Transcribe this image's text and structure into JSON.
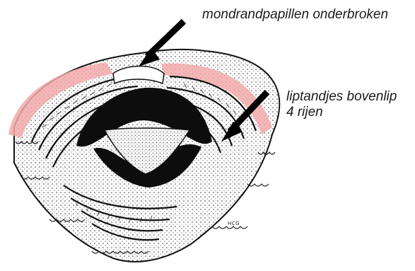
{
  "annotations": {
    "top_label": "mondrandpapillen onderbroken",
    "right_label_line1": "liptandjes bovenlip",
    "right_label_line2": "4 rijen"
  },
  "artist_initials": "HCG",
  "colors": {
    "highlight": "#f2a9a9",
    "ink": "#111111",
    "paper": "#ffffff",
    "label_text": "#1b1b1b"
  },
  "illustration": {
    "subject": "tadpole-oral-disc",
    "style": "pen-and-ink drawing"
  }
}
